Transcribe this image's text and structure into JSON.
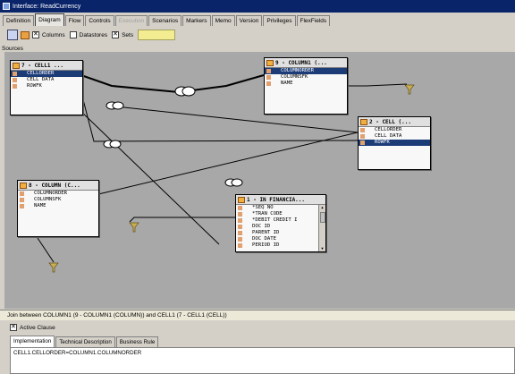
{
  "window": {
    "title": "Interface: ReadCurrency"
  },
  "tabs": [
    {
      "label": "Definition",
      "state": "normal"
    },
    {
      "label": "Diagram",
      "state": "active"
    },
    {
      "label": "Flow",
      "state": "normal"
    },
    {
      "label": "Controls",
      "state": "normal"
    },
    {
      "label": "Execution",
      "state": "disabled"
    },
    {
      "label": "Scenarios",
      "state": "normal"
    },
    {
      "label": "Markers",
      "state": "normal"
    },
    {
      "label": "Memo",
      "state": "normal"
    },
    {
      "label": "Version",
      "state": "normal"
    },
    {
      "label": "Privileges",
      "state": "normal"
    },
    {
      "label": "FlexFields",
      "state": "normal"
    }
  ],
  "toolbar": {
    "columns_label": "Columns",
    "columns_checked": true,
    "datastores_label": "Datastores",
    "datastores_checked": false,
    "sets_label": "Sets",
    "sets_checked": true
  },
  "sources_label": "Sources",
  "datastores": [
    {
      "title": "7 - CELL1 ...",
      "rows": [
        "CELLORDER",
        "CELL DATA",
        "ROWFK"
      ],
      "selected": 0
    },
    {
      "title": "9 - COLUMN1 (...",
      "rows": [
        "COLUMNORDER",
        "COLUMNSFK",
        "NAME"
      ],
      "selected": 0
    },
    {
      "title": "2 - CELL (...",
      "rows": [
        "CELLORDER",
        "CELL DATA",
        "ROWFK"
      ],
      "selected": 2
    },
    {
      "title": "8 - COLUMN (C...",
      "rows": [
        "COLUMNORDER",
        "COLUMNSFK",
        "NAME"
      ],
      "selected": -1
    },
    {
      "title": "1 - IN FINANCIA...",
      "rows": [
        "*SEQ NO",
        "*TRAN CODE",
        "*DEBIT CREDIT I",
        "DOC ID",
        "PARENT ID",
        "DOC DATE",
        "PERIOD ID"
      ],
      "selected": -1
    }
  ],
  "bottom": {
    "join_caption": "Join between COLUMN1 (9 - COLUMN1 (COLUMN)) and CELL1 (7 - CELL1 (CELL))",
    "active_clause_label": "Active Clause",
    "active_clause_checked": true,
    "tabs": [
      "Implementation",
      "Technical Description",
      "Business Rule"
    ],
    "expression": "CELL1.CELLORDER=COLUMN1.COLUMNORDER"
  },
  "colors": {
    "titlebar": "#0a246a",
    "canvas": "#a8a8a8",
    "selected_row": "#1c3c78",
    "filter_icon": "#c8b050"
  }
}
